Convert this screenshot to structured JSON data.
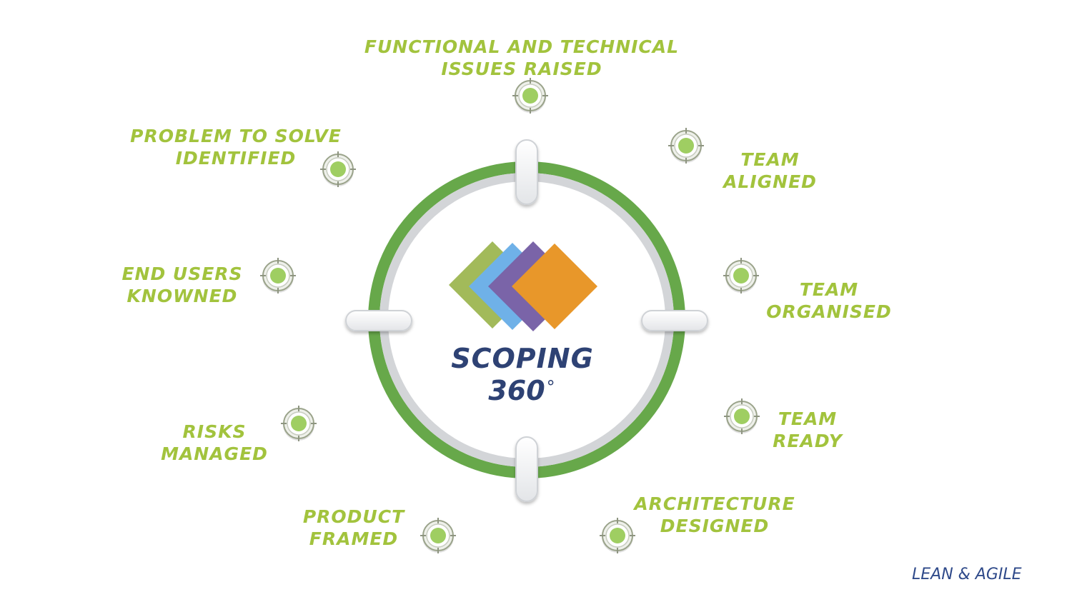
{
  "center": {
    "title_line1": "SCOPING",
    "title_line2": "360",
    "degree_mark": "°"
  },
  "labels": {
    "functional": {
      "line1": "FUNCTIONAL AND TECHNICAL",
      "line2": "ISSUES RAISED"
    },
    "problem": {
      "line1": "PROBLEM TO SOLVE",
      "line2": "IDENTIFIED"
    },
    "team_aligned": {
      "line1": "TEAM",
      "line2": "ALIGNED"
    },
    "end_users": {
      "line1": "END USERS",
      "line2": "KNOWNED"
    },
    "team_organised": {
      "line1": "TEAM",
      "line2": "ORGANISED"
    },
    "risks": {
      "line1": "RISKS",
      "line2": "MANAGED"
    },
    "team_ready": {
      "line1": "TEAM",
      "line2": "READY"
    },
    "product": {
      "line1": "PRODUCT",
      "line2": "FRAMED"
    },
    "architecture": {
      "line1": "ARCHITECTURE",
      "line2": "DESIGNED"
    }
  },
  "brand": "LEAN & AGILE",
  "colors": {
    "label_green": "#a2c33d",
    "ring_green": "#67a84a",
    "ring_gray": "#d3d5d8",
    "marker_dot": "#9fce62",
    "title_navy": "#2e4274",
    "brand_blue": "#2f4a8a",
    "diamond_green": "#a2ba5a",
    "diamond_blue": "#6fb1e8",
    "diamond_purple": "#7a64a8",
    "diamond_orange": "#e8972a"
  },
  "icons": [
    "target-marker-icon",
    "scoping-diamonds-logo"
  ]
}
